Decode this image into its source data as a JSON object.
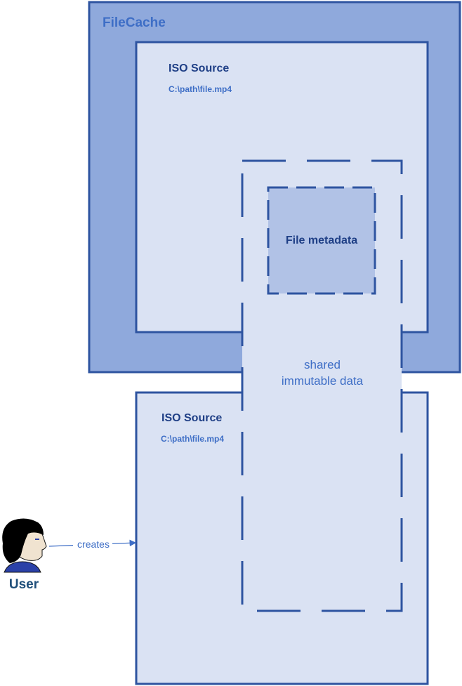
{
  "filecache": {
    "title": "FileCache"
  },
  "iso_source_top": {
    "title": "ISO Source",
    "path": "C:\\path\\file.mp4"
  },
  "iso_source_bottom": {
    "title": "ISO Source",
    "path": "C:\\path\\file.mp4"
  },
  "file_metadata": {
    "label": "File metadata"
  },
  "shared_data": {
    "line1": "shared",
    "line2": "immutable data"
  },
  "user": {
    "label": "User",
    "action": "creates"
  },
  "colors": {
    "filecache_fill": "#8fa9dc",
    "box_fill": "#dae2f3",
    "metadata_fill": "#b1c2e6",
    "stroke": "#2e54a0",
    "text_dark": "#1f3f86",
    "text_accent": "#3e6ec6",
    "user_label": "#1f4f7a"
  }
}
